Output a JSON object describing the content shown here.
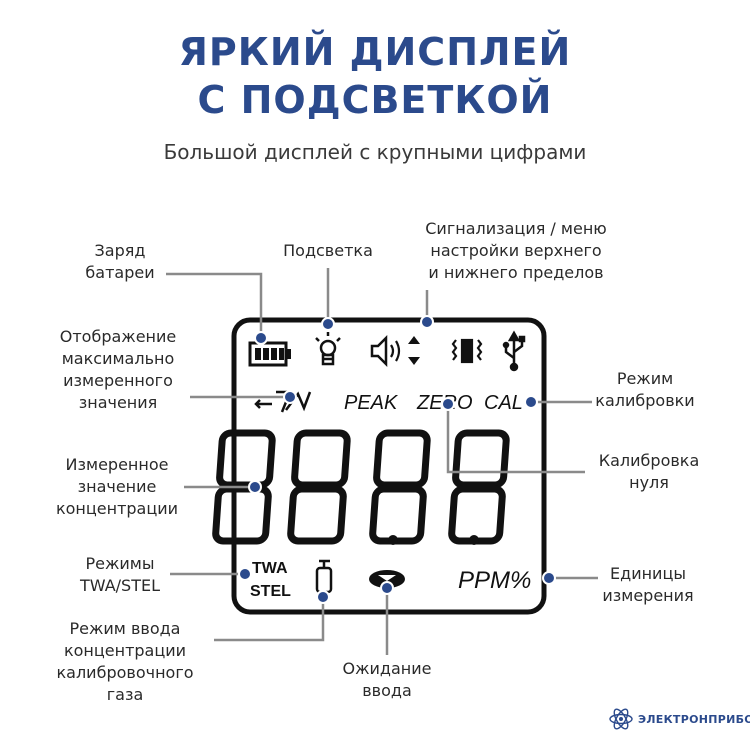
{
  "title_line1": "ЯРКИЙ ДИСПЛЕЙ",
  "title_line2": "С ПОДСВЕТКОЙ",
  "subtitle": "Большой дисплей с крупными цифрами",
  "display": {
    "indicators": [
      "PEAK",
      "ZERO",
      "CAL"
    ],
    "digits": "88.8.8",
    "twa": "TWA",
    "stel": "STEL",
    "units": "PPM%"
  },
  "labels": {
    "battery": [
      "Заряд",
      "батареи"
    ],
    "backlight": [
      "Подсветка"
    ],
    "alarm": [
      "Сигнализация / меню",
      "настройки верхнего",
      "и нижнего пределов"
    ],
    "peak": [
      "Отображение",
      "максимально",
      "измеренного",
      "значения"
    ],
    "cal": [
      "Режим",
      "калибровки"
    ],
    "zero": [
      "Калибровка",
      "нуля"
    ],
    "value": [
      "Измеренное",
      "значение",
      "концентрации"
    ],
    "twa_stel": [
      "Режимы",
      "TWA/STEL"
    ],
    "units": [
      "Единицы",
      "измерения"
    ],
    "gas_input": [
      "Режим ввода",
      "концентрации",
      "калибровочного",
      "газа"
    ],
    "wait": [
      "Ожидание",
      "ввода"
    ]
  },
  "brand": "ЭЛЕКТРОНПРИБОР",
  "colors": {
    "title": "#2b4a8c",
    "line": "#8a8a8a",
    "dot": "#2b4a8c",
    "lcd": "#111111"
  }
}
